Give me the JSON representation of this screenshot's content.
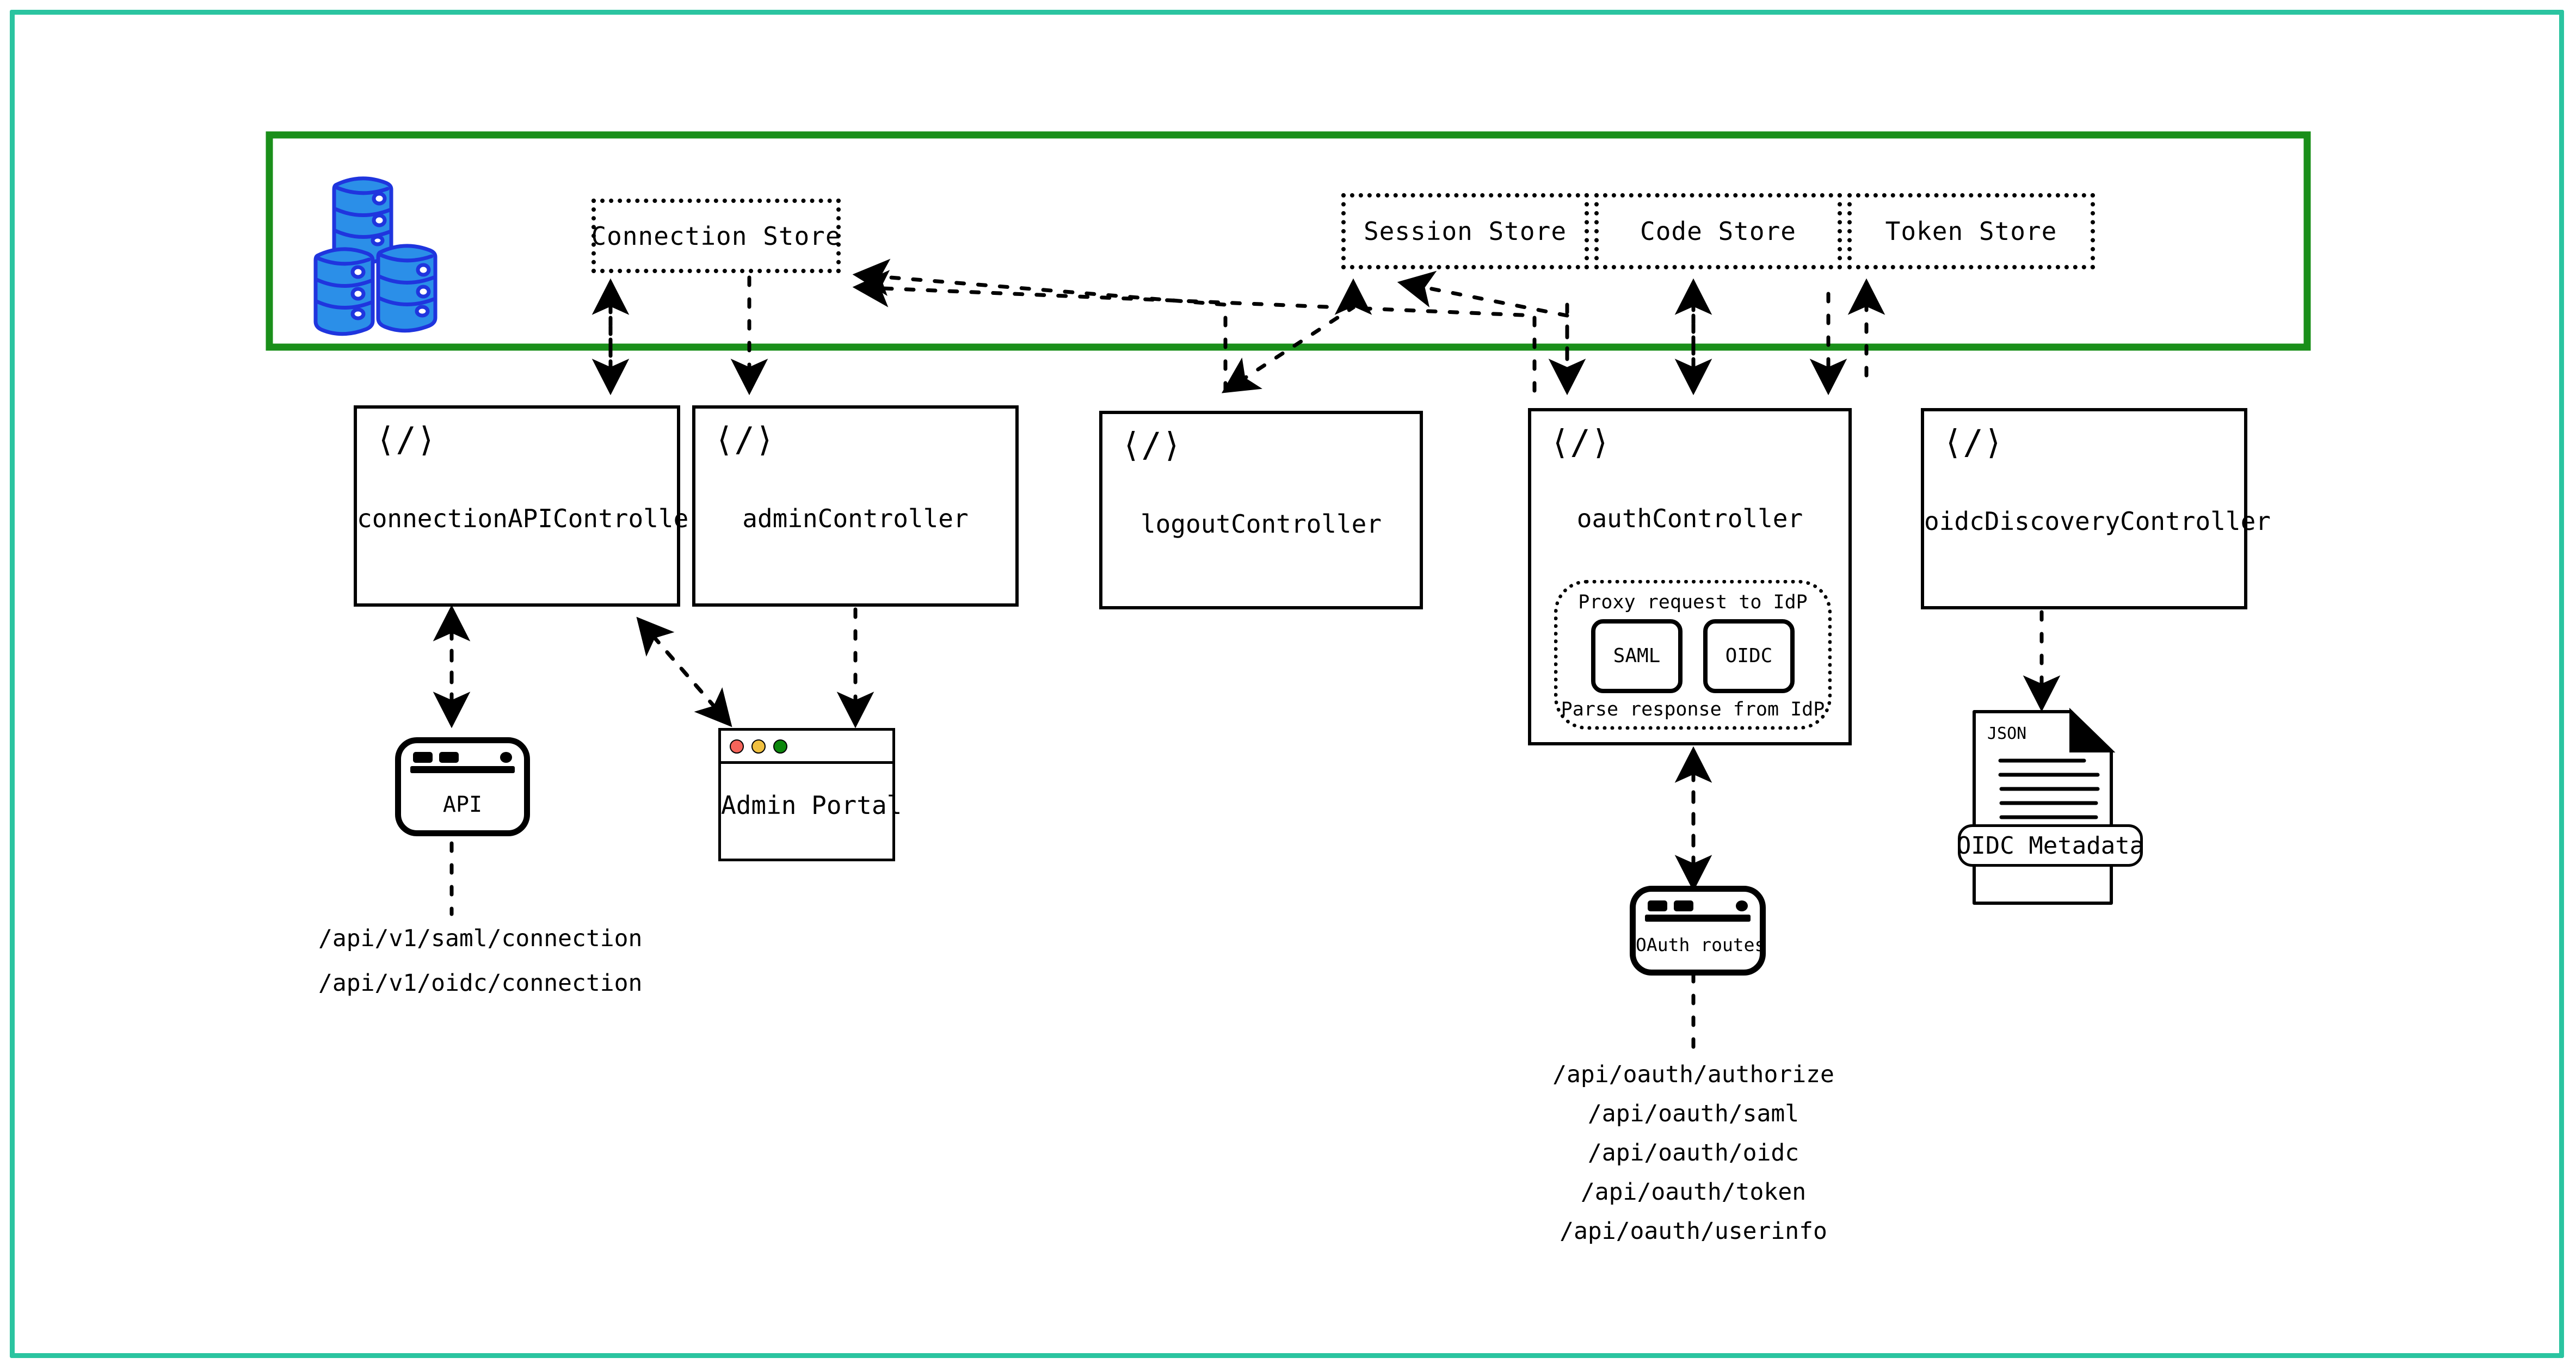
{
  "diagram": {
    "frame_color": "#2BC4A0",
    "container_color": "#1A8F1A",
    "db_color": "#2B8FE8",
    "container": {
      "name": "storage-container",
      "db_icon": "database-stack-icon",
      "stores": [
        {
          "id": "connection-store",
          "label": "Connection Store"
        },
        {
          "id": "session-store",
          "label": "Session Store"
        },
        {
          "id": "code-store",
          "label": "Code Store"
        },
        {
          "id": "token-store",
          "label": "Token Store"
        }
      ]
    },
    "controllers": [
      {
        "id": "connection-api-controller",
        "label": "connectionAPIController",
        "icon": "code-brackets-icon"
      },
      {
        "id": "admin-controller",
        "label": "adminController",
        "icon": "code-brackets-icon"
      },
      {
        "id": "logout-controller",
        "label": "logoutController",
        "icon": "code-brackets-icon"
      },
      {
        "id": "oauth-controller",
        "label": "oauthController",
        "icon": "code-brackets-icon"
      },
      {
        "id": "oidc-discovery-controller",
        "label": "oidcDiscoveryController",
        "icon": "code-brackets-icon"
      }
    ],
    "proxy_group": {
      "top_text": "Proxy request to IdP",
      "bottom_text": "Parse response from IdP",
      "protocols": [
        {
          "id": "saml-pill",
          "label": "SAML"
        },
        {
          "id": "oidc-pill",
          "label": "OIDC"
        }
      ]
    },
    "clients": {
      "api": {
        "label": "API",
        "icon": "server-device-icon"
      },
      "admin_portal": {
        "label": "Admin Portal",
        "icon": "browser-window-icon",
        "dots": [
          {
            "name": "close-dot",
            "color": "#F4645A"
          },
          {
            "name": "minimize-dot",
            "color": "#F0C040"
          },
          {
            "name": "maximize-dot",
            "color": "#0C870C"
          }
        ]
      },
      "oauth_routes": {
        "label": "OAuth routes",
        "icon": "server-device-icon"
      },
      "oidc_metadata": {
        "label": "OIDC Metadata",
        "doc_type": "JSON",
        "icon": "json-document-icon"
      }
    },
    "endpoints": {
      "connection": [
        "/api/v1/saml/connection",
        "/api/v1/oidc/connection"
      ],
      "oauth": [
        "/api/oauth/authorize",
        "/api/oauth/saml",
        "/api/oauth/oidc",
        "/api/oauth/token",
        "/api/oauth/userinfo"
      ]
    }
  }
}
